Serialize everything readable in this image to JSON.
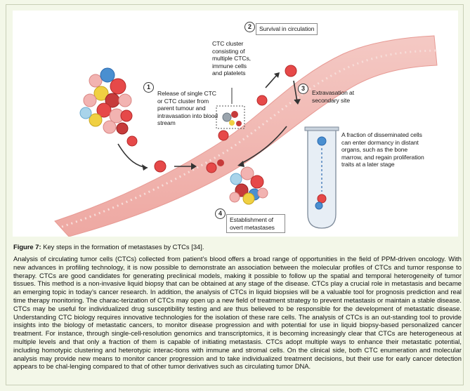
{
  "figure": {
    "steps": [
      {
        "number": "1",
        "label": "Release of single CTC or CTC cluster from parent tumour and intravasation into blood stream"
      },
      {
        "number": "2",
        "label": "Survival in circulation"
      },
      {
        "number": "3",
        "label": "Extravasation at secondary site"
      },
      {
        "number": "4",
        "label": "Establishment of overt metastases"
      }
    ],
    "cluster_note": "CTC cluster consisting of multiple CTCs, immune cells and platelets",
    "dormancy_note": "A fraction of disseminated cells can enter dormancy in distant organs, such as the bone marrow, and regain proliferation traits at a later stage"
  },
  "caption": {
    "label": "Figure 7:",
    "text": "Key steps in the formation of metastases by CTCs [34]."
  },
  "body": "Analysis of circulating tumor cells (CTCs) collected from patient’s blood offers a broad range of opportunities in the field of PPM-driven oncology. With new advances in profiling technology, it is now possible to demonstrate an association between the molecular profiles of CTCs and tumor response to therapy. CTCs are good candidates for generating preclinical models, making it possible to follow up the spatial and temporal heterogeneity of tumor tissues. This method is a non-invasive liquid biopsy that can be obtained at any stage of the disease. CTCs play a crucial role in metastasis and became an emerging topic in today’s cancer research. In addition, the analysis of CTCs in liquid biopsies will be a valuable tool for prognosis prediction and real time therapy monitoring. The charac-terization of CTCs may open up a new field of treatment strategy to prevent metastasis or maintain a stable disease. CTCs may be useful for individualized drug susceptibility testing and are thus believed to be responsible for the development of metastatic disease. Understanding CTC biology requires innovative technologies for the isolation of these rare cells. The analysis of CTCs is an out-standing tool to provide insights into the biology of metastatic cancers, to monitor disease progression and with potential for use in liquid biopsy-based personalized cancer treatment. For instance, through single-cell-resolution genomics and transcriptomics, it is becoming increasingly clear that CTCs are heterogeneous at multiple levels and that only a fraction of them is capable of initiating metastasis. CTCs adopt multiple ways to enhance their metastatic potential, including homotypic clustering and heterotypic interac-tions with immune and stromal cells. On the clinical side, both CTC enumeration and molecular analysis may provide new means to monitor cancer progression and to take individualized treatment decisions, but their use for early cancer detection appears to be chal-lenging compared to that of other tumor derivatives such as circulating tumor DNA."
}
